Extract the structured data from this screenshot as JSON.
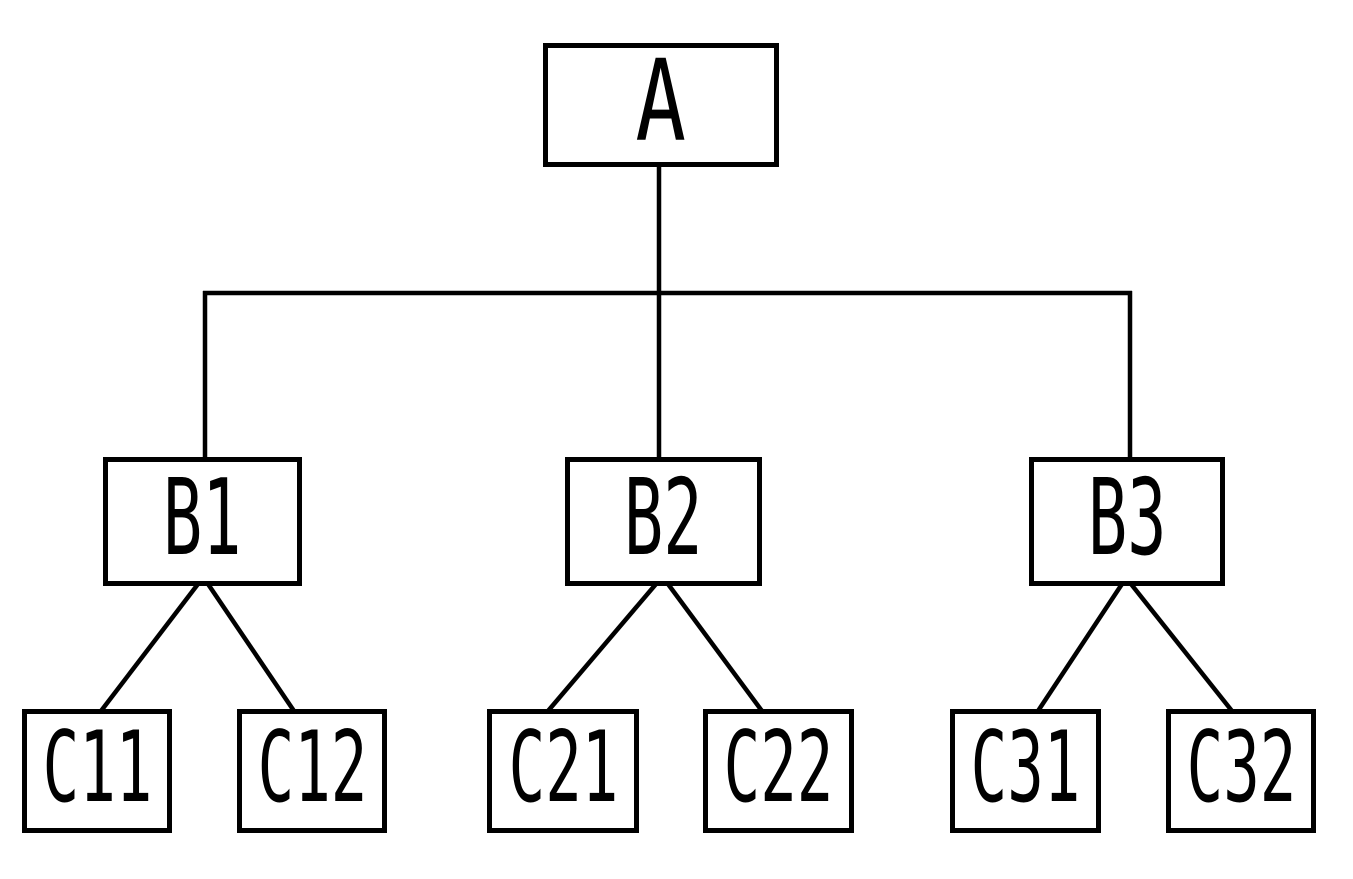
{
  "diagram": {
    "background_color": "#ffffff",
    "line_color": "#000000",
    "box_border_color": "#000000",
    "text_color": "#000000",
    "nodes": {
      "a": {
        "label": "A"
      },
      "b1": {
        "label": "B1"
      },
      "b2": {
        "label": "B2"
      },
      "b3": {
        "label": "B3"
      },
      "c11": {
        "label": "C11"
      },
      "c12": {
        "label": "C12"
      },
      "c21": {
        "label": "C21"
      },
      "c22": {
        "label": "C22"
      },
      "c31": {
        "label": "C31"
      },
      "c32": {
        "label": "C32"
      }
    },
    "edges": [
      {
        "from": "A",
        "to": "B1"
      },
      {
        "from": "A",
        "to": "B2"
      },
      {
        "from": "A",
        "to": "B3"
      },
      {
        "from": "B1",
        "to": "C11"
      },
      {
        "from": "B1",
        "to": "C12"
      },
      {
        "from": "B2",
        "to": "C21"
      },
      {
        "from": "B2",
        "to": "C22"
      },
      {
        "from": "B3",
        "to": "C31"
      },
      {
        "from": "B3",
        "to": "C32"
      }
    ]
  }
}
